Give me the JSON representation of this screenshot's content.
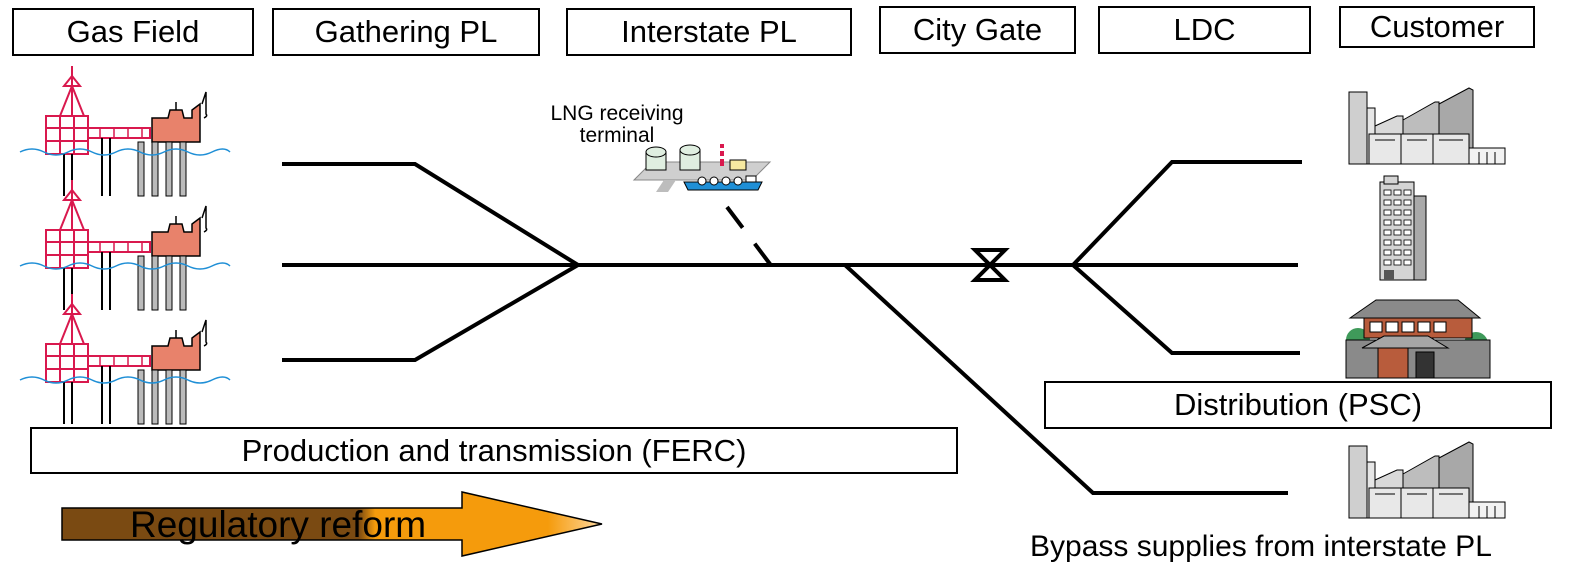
{
  "stages": [
    "Gas Field",
    "Gathering PL",
    "Interstate PL",
    "City Gate",
    "LDC",
    "Customer"
  ],
  "lng_label": [
    "LNG receiving",
    "terminal"
  ],
  "bands": {
    "production": "Production and transmission (FERC)",
    "distribution": "Distribution (PSC)"
  },
  "arrow_label": "Regulatory reform",
  "bypass_label": "Bypass supplies from interstate PL",
  "colors": {
    "rig_structure": "#d9194e",
    "rig_deck": "#e8826b",
    "water": "#1f8fd6",
    "arrow_dark": "#7a4a12",
    "arrow_orange": "#f59b0c",
    "building_gray": "#cfcfcf",
    "house_roof": "#8a8a8a",
    "house_brick": "#b85c3c",
    "tree_green": "#3f9a5a"
  },
  "icons": {
    "gas_field": "offshore-platform-icon",
    "lng": "lng-terminal-icon",
    "valve": "valve-icon",
    "factory": "factory-icon",
    "office": "office-building-icon",
    "house": "house-icon"
  }
}
